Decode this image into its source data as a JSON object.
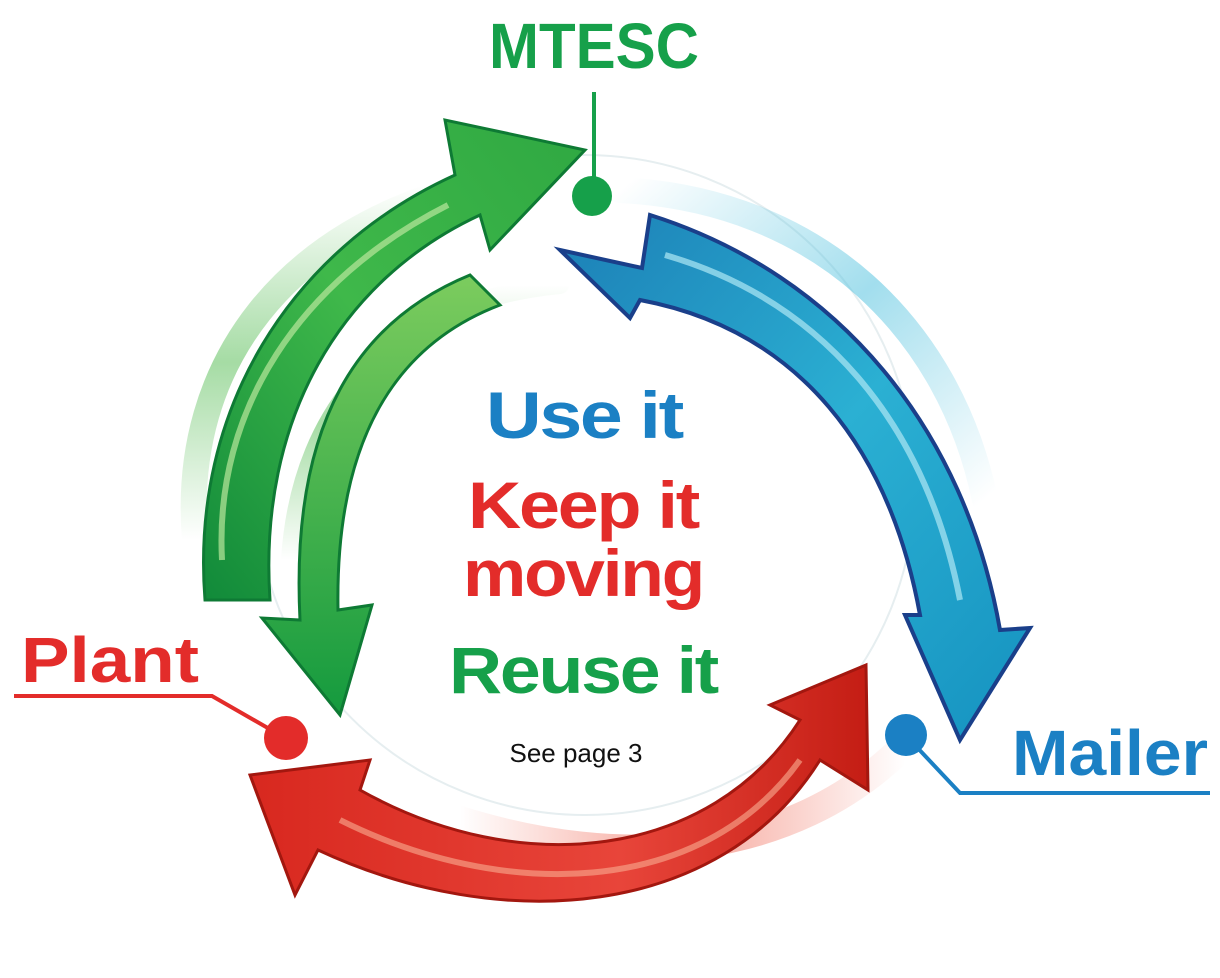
{
  "nodes": {
    "mtesc": {
      "label": "MTESC",
      "color": "#16a04a"
    },
    "plant": {
      "label": "Plant",
      "color": "#e32c2a"
    },
    "mailer": {
      "label": "Mailer",
      "color": "#1b80c4"
    }
  },
  "center": {
    "line1": "Use it",
    "line2a": "Keep it",
    "line2b": "moving",
    "line3": "Reuse it",
    "note": "See page 3"
  },
  "colors": {
    "green": "#2fae44",
    "green_light": "#8fd36a",
    "green_dark": "#118a3a",
    "blue": "#20a3c9",
    "blue_light": "#8fd8ea",
    "blue_dark": "#1a3f8a",
    "red": "#e8382c",
    "red_light": "#f48a6a",
    "red_dark": "#a3170f",
    "text_blue": "#1b80c4",
    "text_red": "#e32c2a",
    "text_green": "#16a04a"
  },
  "arrows": [
    {
      "name": "green-arrow-outer",
      "from": "Plant",
      "to": "MTESC",
      "icon": "curved-arrow"
    },
    {
      "name": "green-arrow-inner",
      "from": "MTESC",
      "to": "Plant",
      "icon": "curved-arrow"
    },
    {
      "name": "blue-arrow",
      "from": "Mailer",
      "to": "MTESC",
      "icon": "double-headed-curved-arrow"
    },
    {
      "name": "red-arrow",
      "from": "Plant",
      "to": "Mailer",
      "icon": "double-headed-curved-arrow"
    }
  ]
}
